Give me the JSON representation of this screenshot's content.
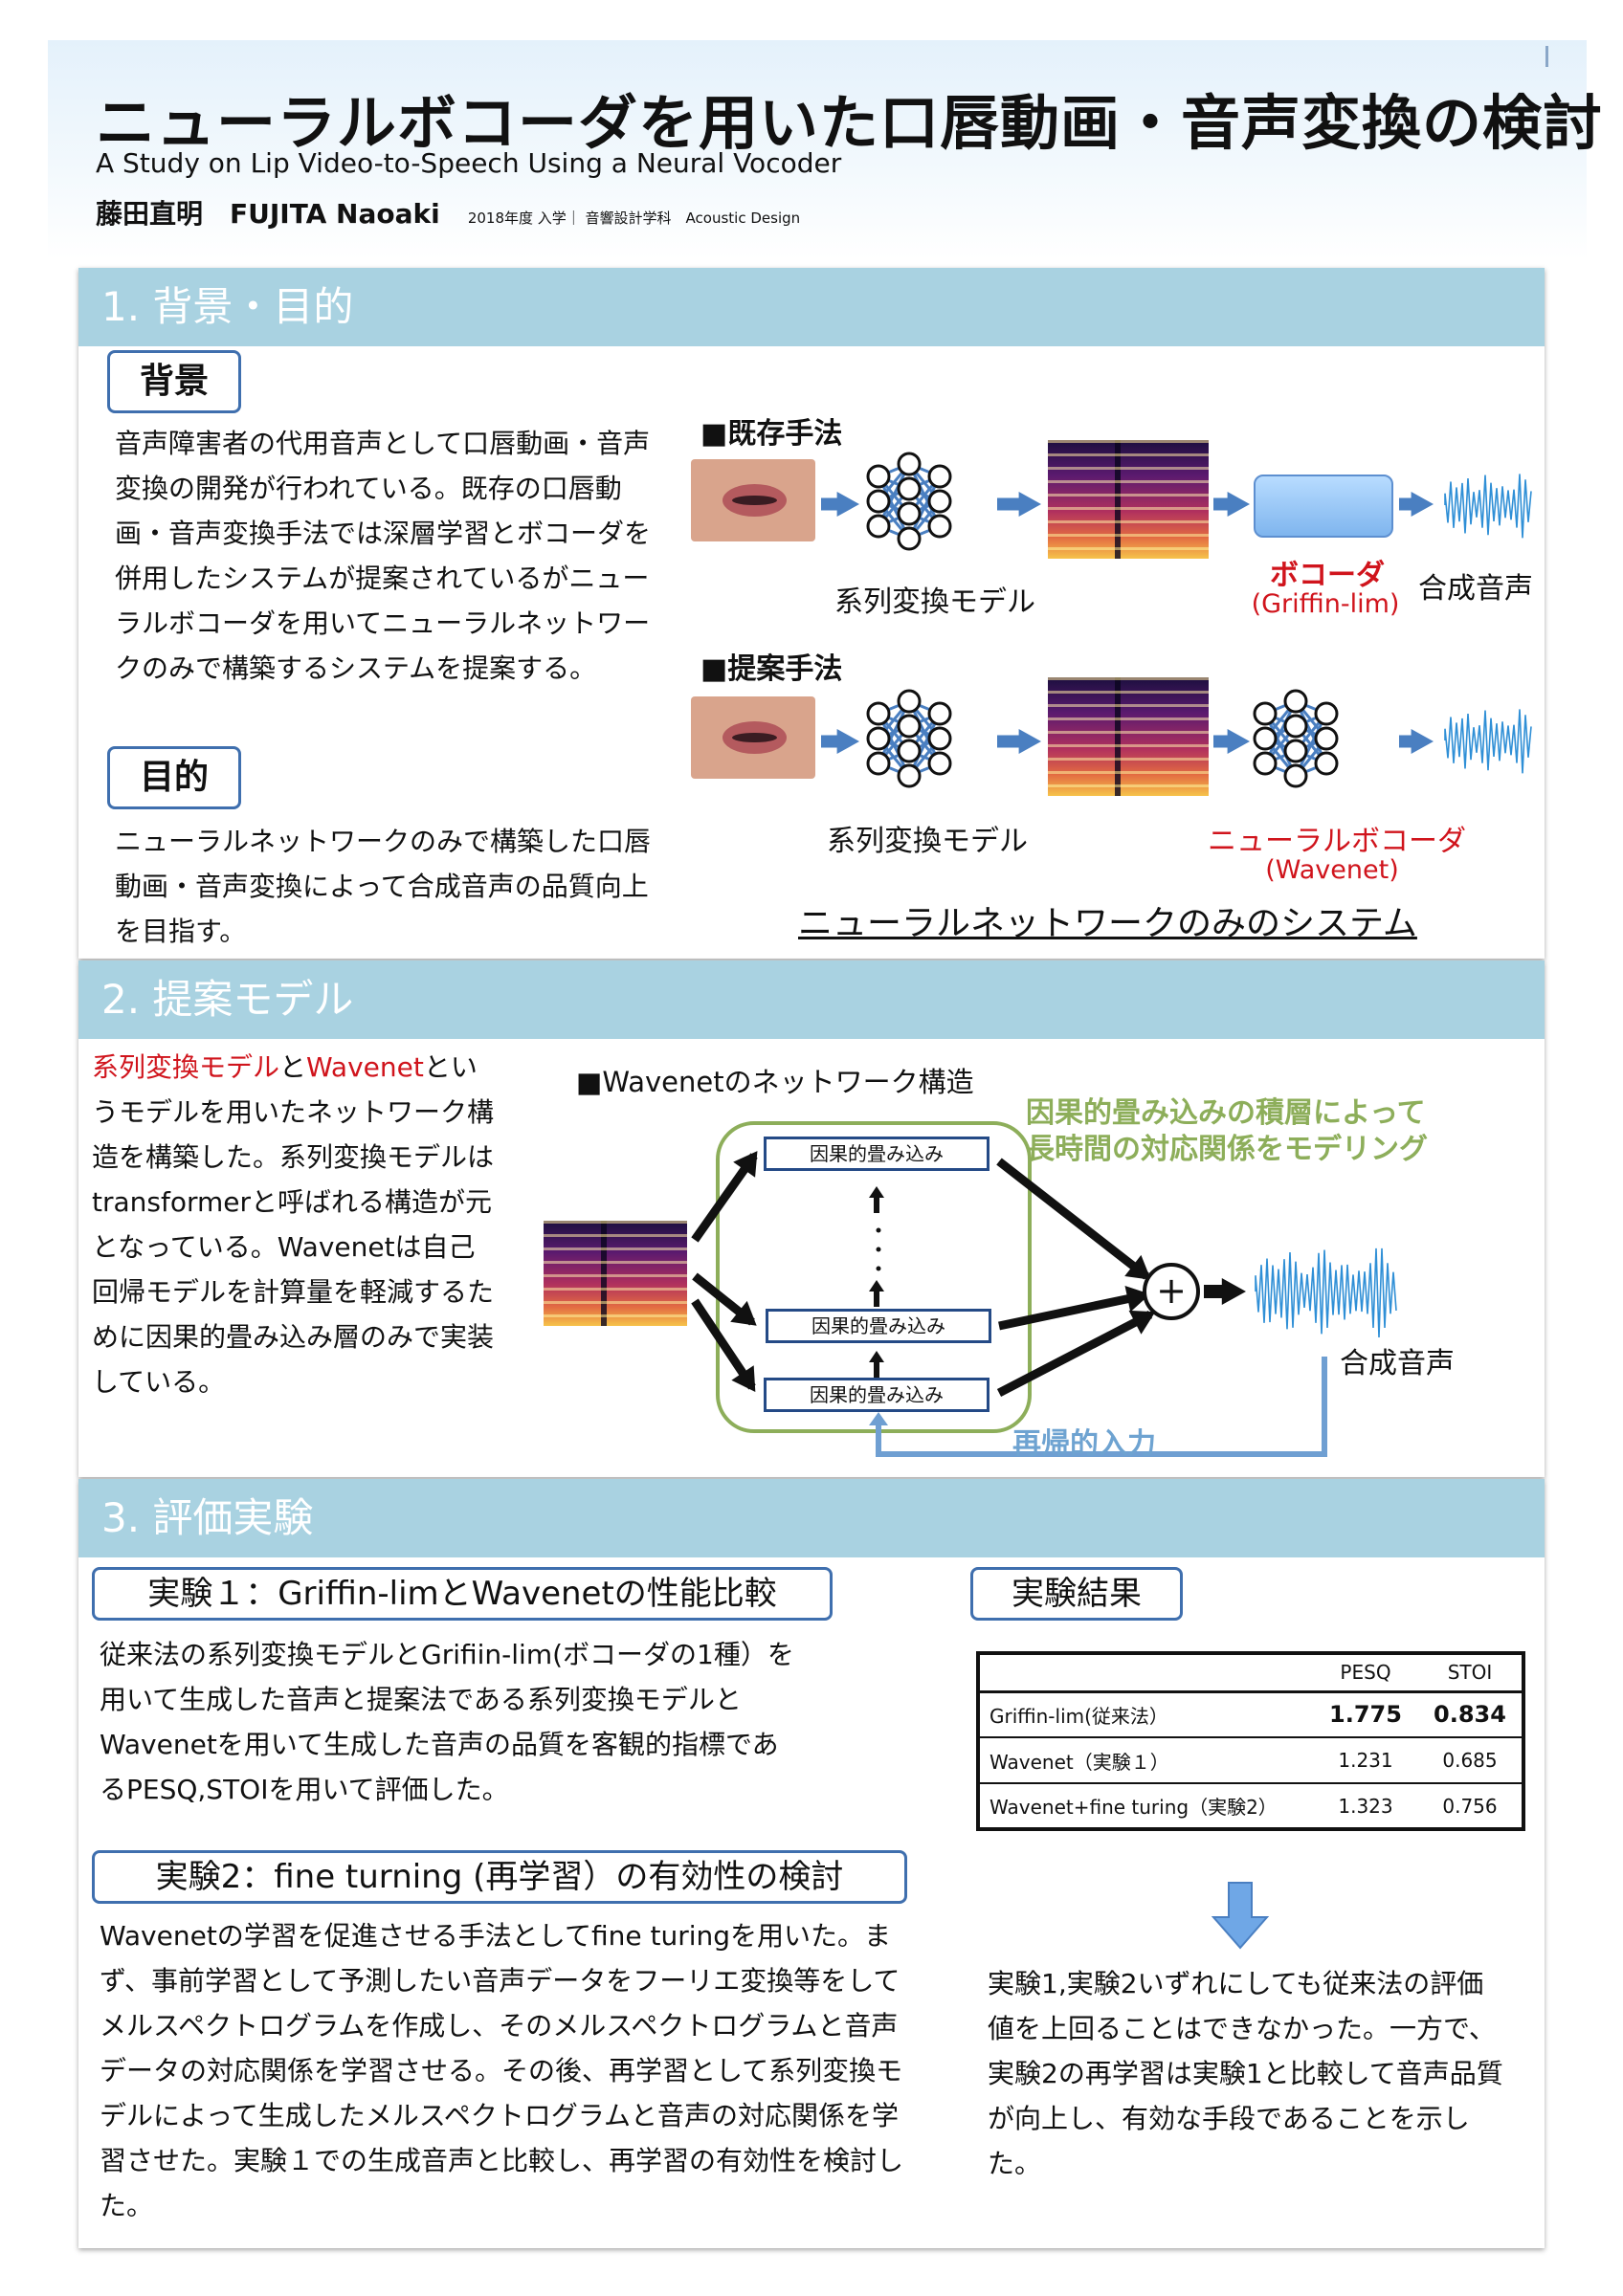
{
  "header": {
    "title_jp": "ニューラルボコーダを用いた口唇動画・音声変換の検討",
    "title_en": "A Study on Lip Video-to-Speech Using a Neural Vocoder",
    "author": "藤田直明　FUJITA Naoaki",
    "affiliation": "2018年度 入学｜ 音響設計学科　Acoustic Design"
  },
  "section1": {
    "heading": "1. 背景・目的",
    "background_label": "背景",
    "background_text": "音声障害者の代用音声として口唇動画・音声変換の開発が行われている。既存の口唇動画・音声変換手法では深層学習とボコーダを併用したシステムが提案されているがニューラルボコーダを用いてニューラルネットワークのみで構築するシステムを提案する。",
    "purpose_label": "目的",
    "purpose_text": "ニューラルネットワークのみで構築した口唇動画・音声変換によって合成音声の品質向上を目指す。",
    "existing_label": "■既存手法",
    "proposed_label": "■提案手法",
    "seq_model_label": "系列変換モデル",
    "vocoder_label": "ボコーダ",
    "vocoder_sub": "(Griffin-lim)",
    "synth_label": "合成音声",
    "neural_vocoder_label": "ニューラルボコーダ",
    "neural_vocoder_sub": "(Wavenet)",
    "nn_only_caption": "ニューラルネットワークのみのシステム"
  },
  "section2": {
    "heading": "2. 提案モデル",
    "text_red1": "系列変換モデル",
    "text_mid": "と",
    "text_red2": "Wavenet",
    "text_rest": "というモデルを用いたネットワーク構造を構築した。系列変換モデルはtransformerと呼ばれる構造が元となっている。Wavenetは自己回帰モデルを計算量を軽減するために因果的畳み込み層のみで実装している。",
    "diagram_title": "■Wavenetのネットワーク構造",
    "green_note_1": "因果的畳み込みの積層によって",
    "green_note_2": "長時間の対応関係をモデリング",
    "layer_label": "因果的畳み込み",
    "dots": "・\n・\n・",
    "plus": "+",
    "synth_label": "合成音声",
    "recursive_label": "再帰的入力"
  },
  "section3": {
    "heading": "3. 評価実験",
    "exp1_label": "実験１：Griffin-limとWavenetの性能比較",
    "exp1_text": "従来法の系列変換モデルとGrifiin-lim(ボコーダの1種）を用いて生成した音声と提案法である系列変換モデルとWavenetを用いて生成した音声の品質を客観的指標であるPESQ,STOIを用いて評価した。",
    "exp2_label": "実験2：fine turning (再学習）の有効性の検討",
    "exp2_text": "Wavenetの学習を促進させる手法としてfine turingを用いた。まず、事前学習として予測したい音声データをフーリエ変換等をしてメルスペクトログラムを作成し、そのメルスペクトログラムと音声データの対応関係を学習させる。その後、再学習として系列変換モデルによって生成したメルスペクトログラムと音声の対応関係を学習させた。実験１での生成音声と比較し、再学習の有効性を検討した。",
    "results_label": "実験結果",
    "table": {
      "headers": [
        "",
        "PESQ",
        "STOI"
      ],
      "rows": [
        {
          "name": "Griffin-lim(従来法）",
          "pesq": "1.775",
          "stoi": "0.834"
        },
        {
          "name": "Wavenet（実験１）",
          "pesq": "1.231",
          "stoi": "0.685"
        },
        {
          "name": "Wavenet+fine turing（実験2）",
          "pesq": "1.323",
          "stoi": "0.756"
        }
      ]
    },
    "conclusion": "実験1,実験2いずれにしても従来法の評価値を上回ることはできなかった。一方で、実験2の再学習は実験1と比較して音声品質が向上し、有効な手段であることを示した。"
  },
  "colors": {
    "section_header": "#a9d2e1",
    "box_border": "#3f6fae",
    "accent_red": "#d0141c",
    "accent_green": "#8dae5a",
    "arrow_blue": "#4a7fc1",
    "wave_blue": "#2f8fd6"
  }
}
